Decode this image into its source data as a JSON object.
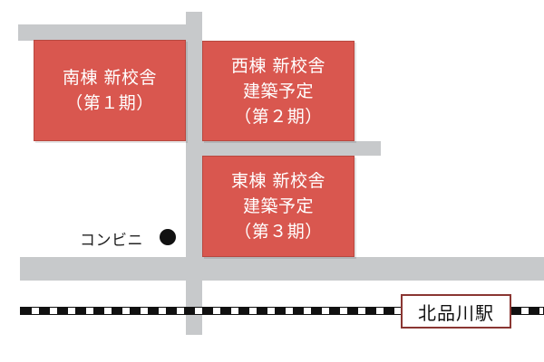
{
  "buildings": {
    "south": {
      "line1": "南棟 新校舎",
      "line2": "（第１期）"
    },
    "west": {
      "line1": "西棟 新校舎",
      "line2": "建築予定",
      "line3": "（第２期）"
    },
    "east": {
      "line1": "東棟 新校舎",
      "line2": "建築予定",
      "line3": "（第３期）"
    }
  },
  "convenience_store": {
    "label": "コンビニ",
    "icon": "filled-circle"
  },
  "station": {
    "name": "北品川駅"
  },
  "colors": {
    "building_fill": "#d9574f",
    "road": "#c7c9cb",
    "railway": "#111111",
    "station_border": "#8a3632"
  }
}
